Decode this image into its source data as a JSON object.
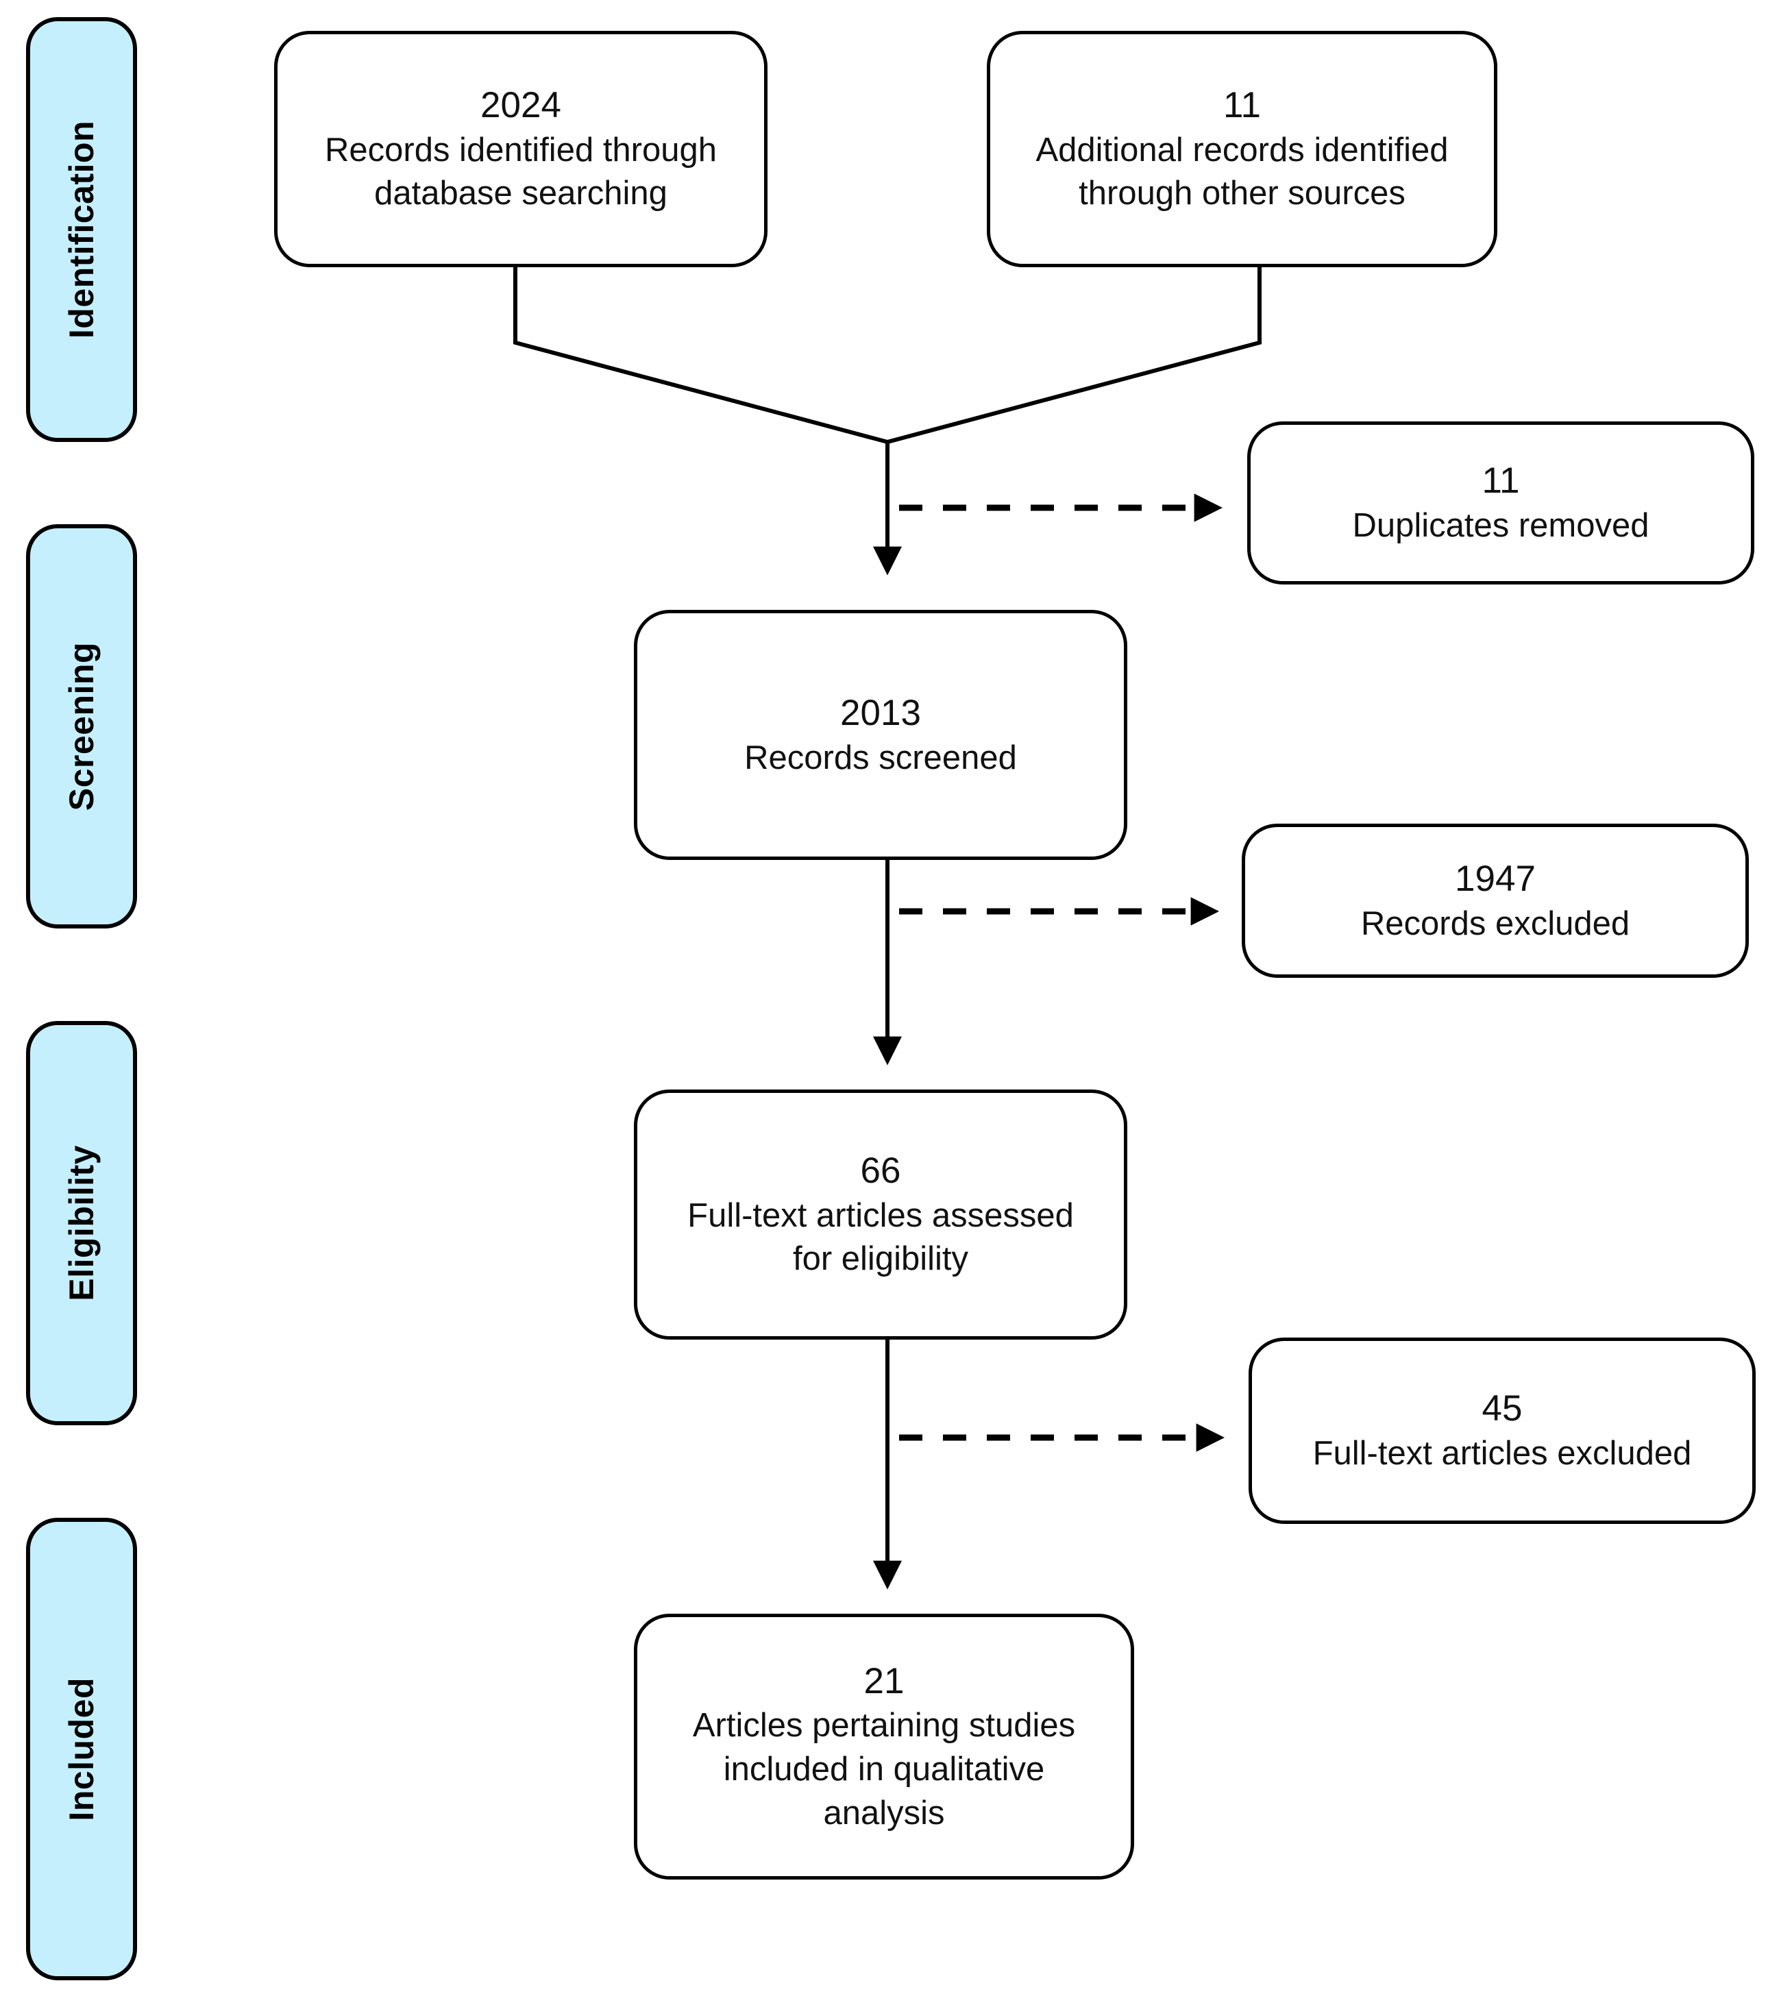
{
  "diagram": {
    "type": "prisma-flow-diagram",
    "stages": [
      {
        "id": "identification",
        "label": "Identification"
      },
      {
        "id": "screening",
        "label": "Screening"
      },
      {
        "id": "eligibility",
        "label": "Eligibility"
      },
      {
        "id": "included",
        "label": "Included"
      }
    ],
    "nodes": {
      "database_records": {
        "count": "2024",
        "line1": "Records identified through",
        "line2": "database searching"
      },
      "other_records": {
        "count": "11",
        "line1": "Additional records identified",
        "line2": "through other sources"
      },
      "duplicates_removed": {
        "count": "11",
        "line1": "Duplicates removed"
      },
      "records_screened": {
        "count": "2013",
        "line1": "Records screened"
      },
      "records_excluded": {
        "count": "1947",
        "line1": "Records excluded"
      },
      "fulltext_assessed": {
        "count": "66",
        "line1": "Full-text articles assessed",
        "line2": "for eligibility"
      },
      "fulltext_excluded": {
        "count": "45",
        "line1": "Full-text articles excluded"
      },
      "included_qualitative": {
        "count": "21",
        "line1": "Articles pertaining studies",
        "line2": "included in qualitative",
        "line3": "analysis"
      }
    },
    "colors": {
      "stage_fill": "#c5effc",
      "stroke": "#000000",
      "box_fill": "#ffffff",
      "text": "#111111"
    }
  }
}
